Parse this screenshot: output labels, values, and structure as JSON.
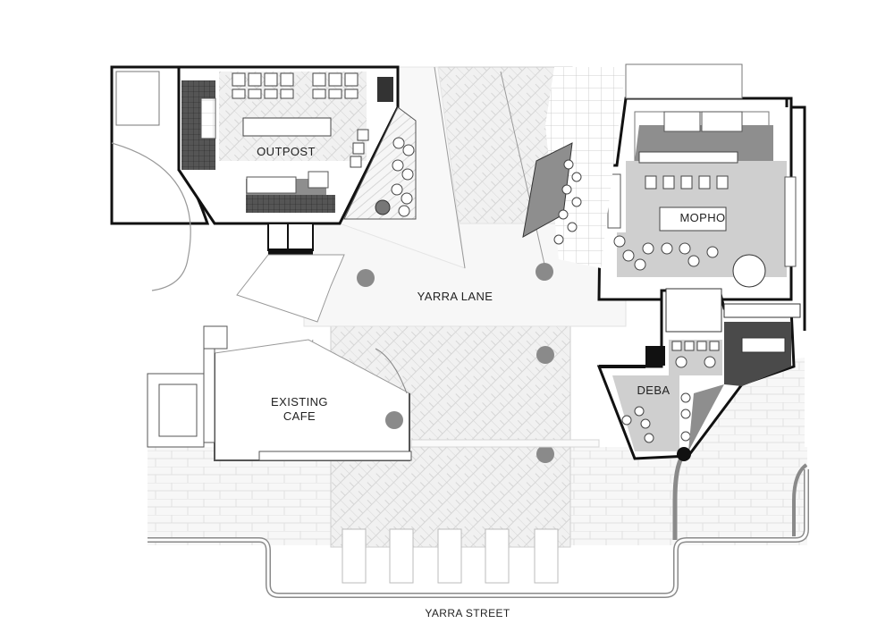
{
  "labels": {
    "outpost": "OUTPOST",
    "mopho": "MOPHO",
    "yarra_lane": "YARRA LANE",
    "existing_cafe_line1": "EXISTING",
    "existing_cafe_line2": "CAFE",
    "deba": "DEBA",
    "yarra_street": "YARRA STREET"
  },
  "colors": {
    "wall": "#111111",
    "kitchen_fill": "#8e8e8e",
    "dining_fill": "#c9c9c9",
    "paving": "#f4f4f4",
    "tree": "#8a8a8a"
  },
  "icons": {
    "tree": "tree-icon"
  }
}
